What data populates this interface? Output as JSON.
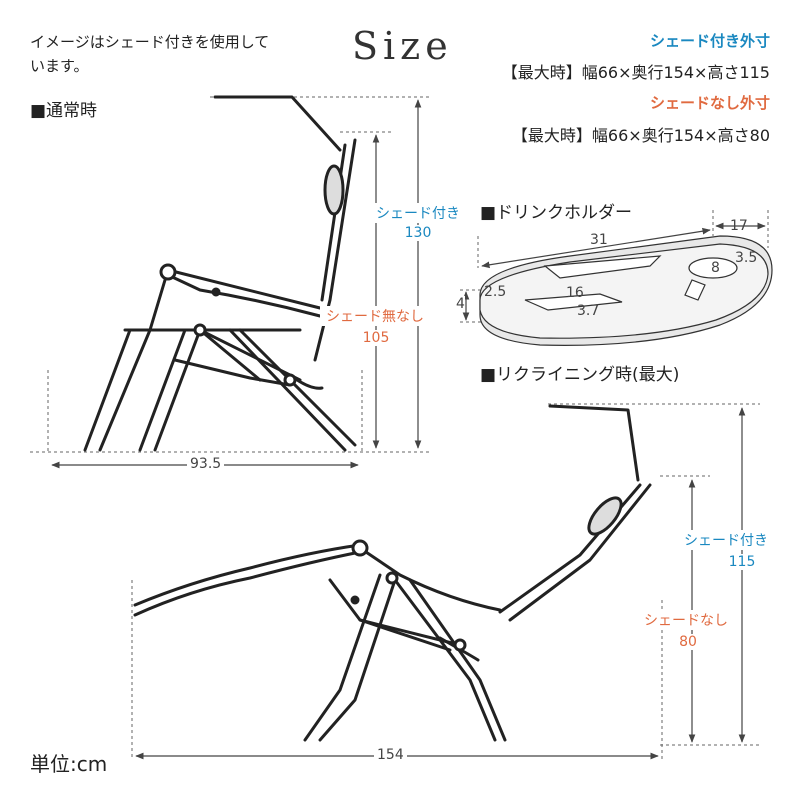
{
  "note": "イメージはシェード付きを使用しています。",
  "title": "Size",
  "specs": {
    "shade_on_label": "シェード付き外寸",
    "shade_on_dims": "【最大時】幅66×奥行154×高さ115",
    "shade_off_label": "シェードなし外寸",
    "shade_off_dims": "【最大時】幅66×奥行154×高さ80",
    "colors": {
      "shade_on": "#1a88c0",
      "shade_off": "#e06a40"
    }
  },
  "normal": {
    "label": "■通常時",
    "width": "93.5",
    "shade_on_label": "シェード付き",
    "shade_on_value": "130",
    "shade_off_label": "シェード無なし",
    "shade_off_value": "105"
  },
  "drink_holder": {
    "label": "■ドリンクホルダー",
    "dims": {
      "length": "31",
      "depth": "17",
      "cup_w": "8",
      "cup_h": "3.5",
      "slot_w": "16",
      "slot_h": "3.7",
      "rim": "2.5",
      "thickness": "4"
    }
  },
  "recline": {
    "label": "■リクライニング時(最大)",
    "width": "154",
    "shade_on_label": "シェード付き",
    "shade_on_value": "115",
    "shade_off_label": "シェードなし",
    "shade_off_value": "80"
  },
  "unit": "単位:cm"
}
